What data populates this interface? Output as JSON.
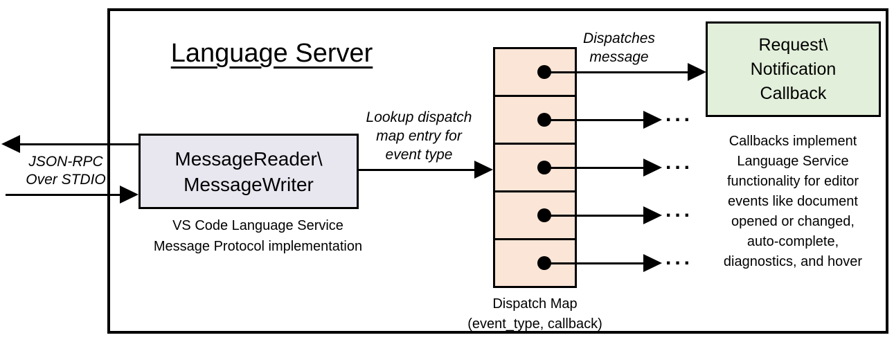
{
  "diagram": {
    "title": "Language Server"
  },
  "labels": {
    "json_rpc": "JSON-RPC\nOver STDIO",
    "lookup": "Lookup dispatch\nmap entry for\nevent type",
    "dispatches": "Dispatches\nmessage",
    "ellipsis": "..."
  },
  "nodes": {
    "message_reader": {
      "label": "MessageReader\\\nMessageWriter",
      "caption": "VS Code Language Service\nMessage Protocol implementation",
      "fill": "#E8E7F0"
    },
    "dispatch_map": {
      "caption": "Dispatch Map\n(event_type, callback)",
      "fill": "#FBE5D6",
      "rows": 5
    },
    "callback": {
      "label": "Request\\\nNotification\nCallback",
      "caption": "Callbacks implement\nLanguage Service\nfunctionality for editor\nevents like document\nopened or changed,\nauto-complete,\ndiagnostics, and hover",
      "fill": "#E2EFDA"
    }
  },
  "colors": {
    "background": "#FFFFFF",
    "border": "#000000",
    "message_reader_fill": "#E8E7F0",
    "dispatch_map_fill": "#FBE5D6",
    "callback_fill": "#E2EFDA"
  }
}
